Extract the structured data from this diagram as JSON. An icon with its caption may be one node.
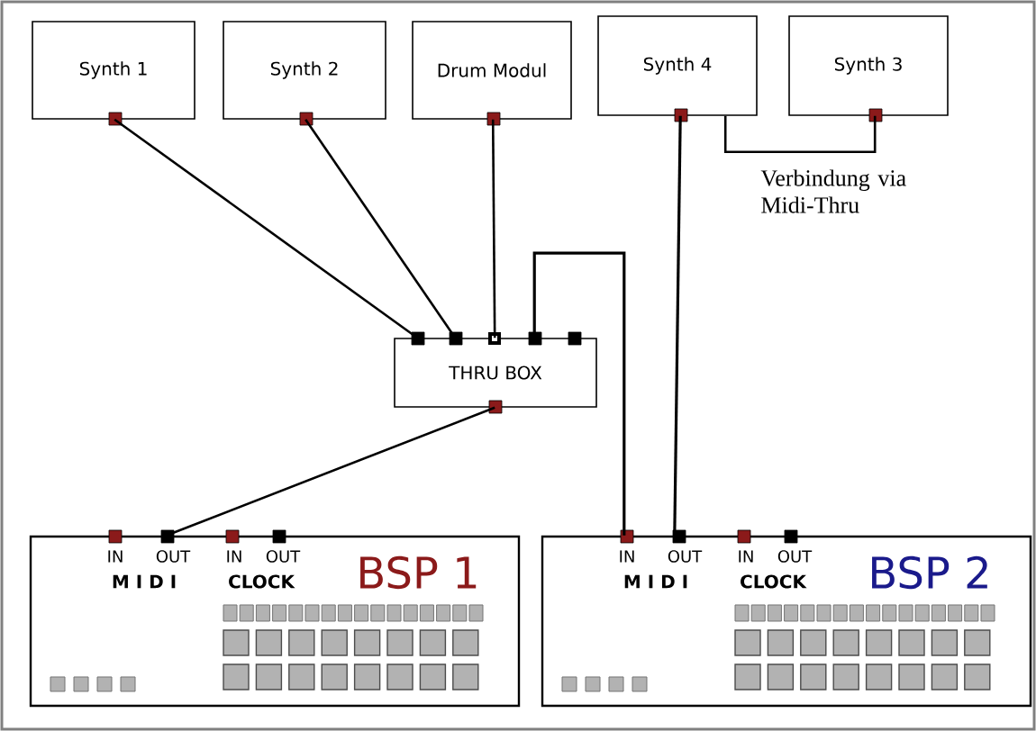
{
  "diagram": {
    "nodes": [
      {
        "text": [
          "Synth 1"
        ]
      },
      {
        "text": [
          "Synth 2"
        ]
      },
      {
        "text": [
          "Drum Modul"
        ]
      },
      {
        "text": [
          "Synth 4"
        ]
      },
      {
        "text": [
          "Synth 3"
        ]
      },
      {
        "text": [
          "THRU BOX"
        ]
      },
      {
        "text": [
          "IN",
          "OUT",
          "M I D I",
          "IN",
          "OUT",
          "CLOCK",
          "BSP 1"
        ]
      },
      {
        "text": [
          "IN",
          "OUT",
          "M I D I",
          "IN",
          "OUT",
          "CLOCK",
          "BSP 2"
        ]
      }
    ],
    "edges": [
      {
        "from": 0,
        "to": 5,
        "arrow": "none"
      },
      {
        "from": 1,
        "to": 5,
        "arrow": "none"
      },
      {
        "from": 2,
        "to": 5,
        "arrow": "none"
      },
      {
        "from": 5,
        "to": 7,
        "arrow": "none"
      },
      {
        "from": 3,
        "to": 7,
        "arrow": "none"
      },
      {
        "from": 3,
        "to": 4,
        "arrow": "none"
      },
      {
        "from": 6,
        "to": 5,
        "arrow": "none"
      }
    ],
    "labels": [
      "Verbindung via Midi-Thru"
    ]
  }
}
